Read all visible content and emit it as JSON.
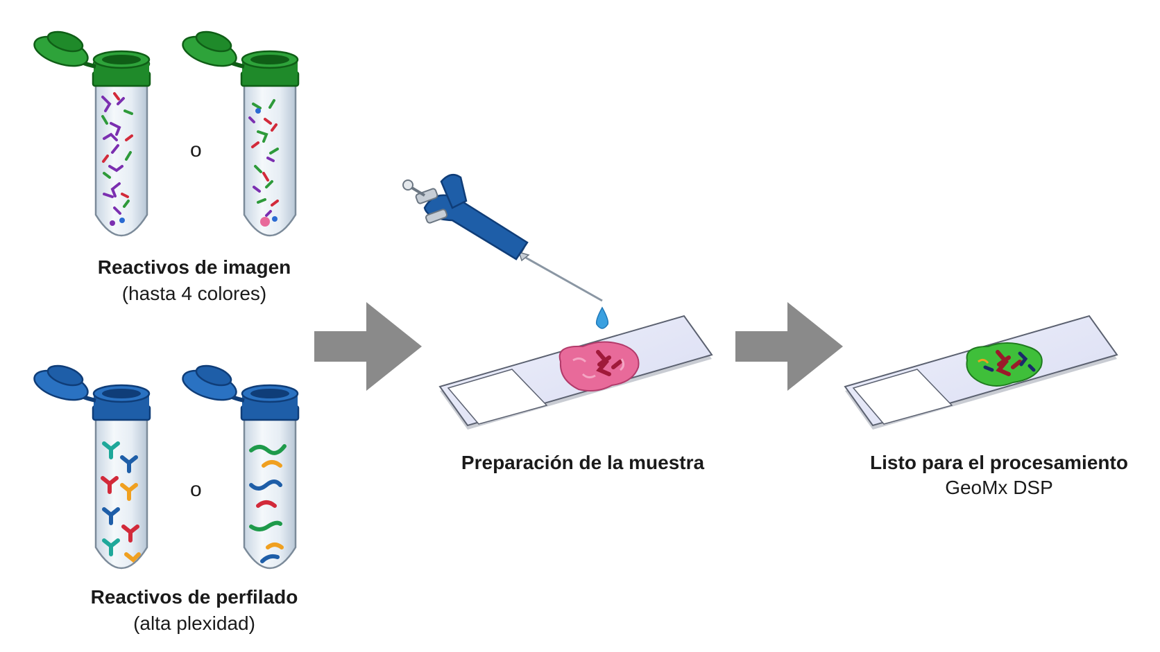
{
  "imaging": {
    "title": "Reactivos de imagen",
    "subtitle": "(hasta 4 colores)",
    "or": "o",
    "cap_color": "#1f8a2a",
    "cap_color_dark": "#0f5e16"
  },
  "profiling": {
    "title": "Reactivos de perfilado",
    "subtitle": "(alta plexidad)",
    "or": "o",
    "cap_color": "#1e5ea8",
    "cap_color_dark": "#0f3d78"
  },
  "prep": {
    "title": "Preparación de la muestra",
    "tissue_color": "#e86a9a",
    "pipette_color": "#1e5ea8",
    "drop_color": "#3aa0e0"
  },
  "ready": {
    "title": "Listo para el procesamiento",
    "subtitle": "GeoMx DSP",
    "tissue_color": "#3fbf3a"
  },
  "arrow_color": "#8a8a8a"
}
